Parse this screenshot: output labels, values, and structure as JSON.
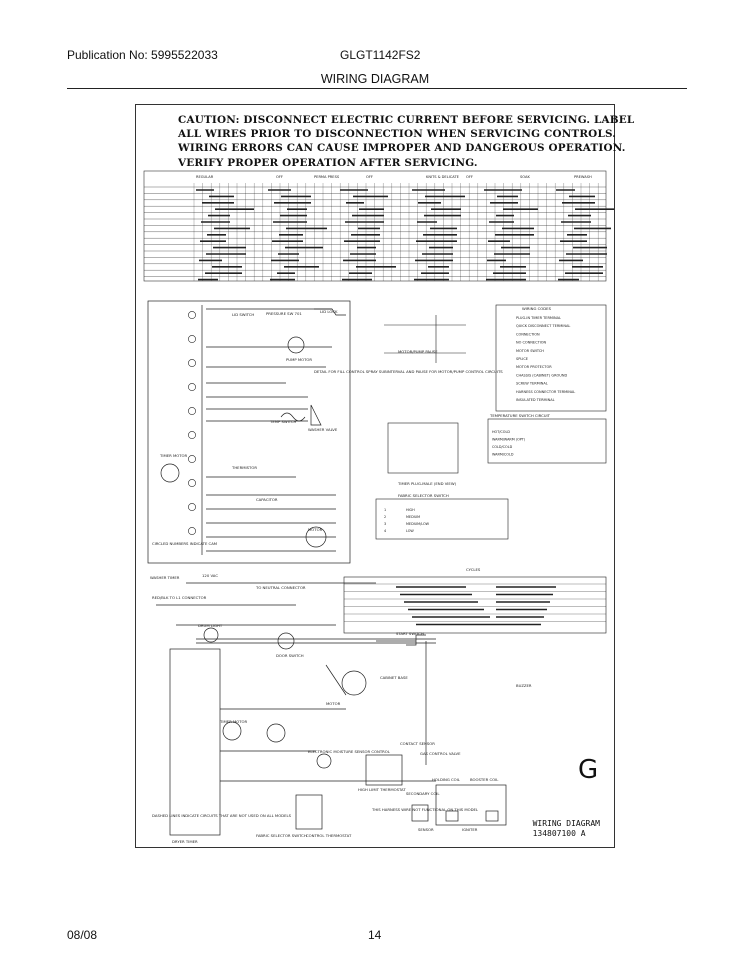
{
  "header": {
    "publication": "Publication No: 5995522033",
    "model": "GLGT1142FS2",
    "title": "WIRING DIAGRAM"
  },
  "footer": {
    "date": "08/08",
    "page": "14"
  },
  "sheet": {
    "caution_lines": [
      "CAUTION: DISCONNECT ELECTRIC CURRENT BEFORE SERVICING. LABEL",
      "ALL WIRES PRIOR TO DISCONNECTION WHEN SERVICING CONTROLS.",
      "WIRING ERRORS CAN CAUSE IMPROPER AND DANGEROUS OPERATION.",
      "VERIFY PROPER OPERATION AFTER SERVICING."
    ],
    "timer_chart_headers": [
      "REGULAR",
      "OFF",
      "PERMA PRESS",
      "OFF",
      "KNITS & DELICATE",
      "OFF",
      "SOAK",
      "PREWASH"
    ],
    "washer_labels": {
      "lid_switch": "LID SWITCH",
      "lid_lock": "LID LOCK",
      "pressure_switch": "PRESSURE SW 701",
      "pump_motor": "PUMP MOTOR",
      "temp_switch": "TEMP SWITCH",
      "washer_valve": "WASHER VALVE",
      "thermistor": "THERMISTOR",
      "timer_motor": "TIMER MOTOR",
      "capacitor": "CAPACITOR",
      "motor": "MOTOR",
      "washer_timer": "WASHER TIMER",
      "circled_note": "CIRCLED NUMBERS INDICATE CAM",
      "spray_note": "DETAIL FOR FILL CONTROL SPRAY SUBINTERVAL AND PAUSE FOR MOTOR/PUMP CONTROL CIRCUITS",
      "motor_pump_pause": "MOTOR/PUMP PAUSE",
      "timer_plug": "TIMER PLUG-MALE (END VIEW)",
      "fabric_selector_title": "FABRIC SELECTOR SWITCH",
      "temp_switch_title": "TEMPERATURE SWITCH CIRCUIT",
      "wiring_codes_title": "WIRING CODES"
    },
    "wiring_codes": [
      "PLUG-IN TIMER TERMINAL",
      "QUICK DISCONNECT TERMINAL",
      "CONNECTION",
      "NO CONNECTION",
      "MOTOR SWITCH",
      "SPLICE",
      "MOTOR PROTECTOR",
      "CHASSIS (CABINET) GROUND",
      "SCREW TERMINAL",
      "HARNESS CONNECTOR TERMINAL",
      "INSULATED TERMINAL"
    ],
    "temp_switch_rows": [
      "HOT/COLD",
      "WARM/WARM (OPT)",
      "COLD/COLD",
      "WARM/COLD"
    ],
    "fabric_rows": [
      {
        "pos": "1",
        "name": "HIGH"
      },
      {
        "pos": "2",
        "name": "MEDIUM"
      },
      {
        "pos": "3",
        "name": "MEDIUM/LOW"
      },
      {
        "pos": "4",
        "name": "LOW"
      }
    ],
    "dryer_labels": {
      "supply": "120 VAC",
      "to_neutral": "TO NEUTRAL CONNECTOR",
      "connector": "RED/BLK TO L1 CONNECTOR",
      "door_light": "DRUM LIGHT",
      "door_switch": "DOOR SWITCH",
      "start_switch": "START SWITCH",
      "timer_motor": "TIMER MOTOR",
      "dryer_timer": "DRYER TIMER",
      "motor": "MOTOR",
      "cabinet_base": "CABINET BASE",
      "electronic_sensor": "ELECTRONIC MOISTURE SENSOR CONTROL",
      "contact_sensor": "CONTACT SENSOR",
      "gas_valve": "GAS CONTROL VALVE",
      "holding_coil": "HOLDING COIL",
      "booster_coil": "BOOSTER COIL",
      "secondary_coil": "SECONDARY COIL",
      "sensor": "SENSOR",
      "igniter": "IGNITER",
      "control_thermostat": "CONTROL THERMOSTAT",
      "high_limit": "HIGH LIMIT THERMOSTAT",
      "fabric_selector": "FABRIC SELECTOR SWITCH",
      "dashed_note": "DASHED LINES INDICATE CIRCUITS THAT ARE NOT USED ON ALL MODELS",
      "harness_note": "THIS HARNESS WIRE NOT FUNCTIONAL ON THIS MODEL",
      "cycles": "CYCLES",
      "buzzer_note": "BUZZER"
    },
    "title_block": {
      "line1": "WIRING DIAGRAM",
      "line2": "134807100 A"
    },
    "big_letter": "G"
  }
}
